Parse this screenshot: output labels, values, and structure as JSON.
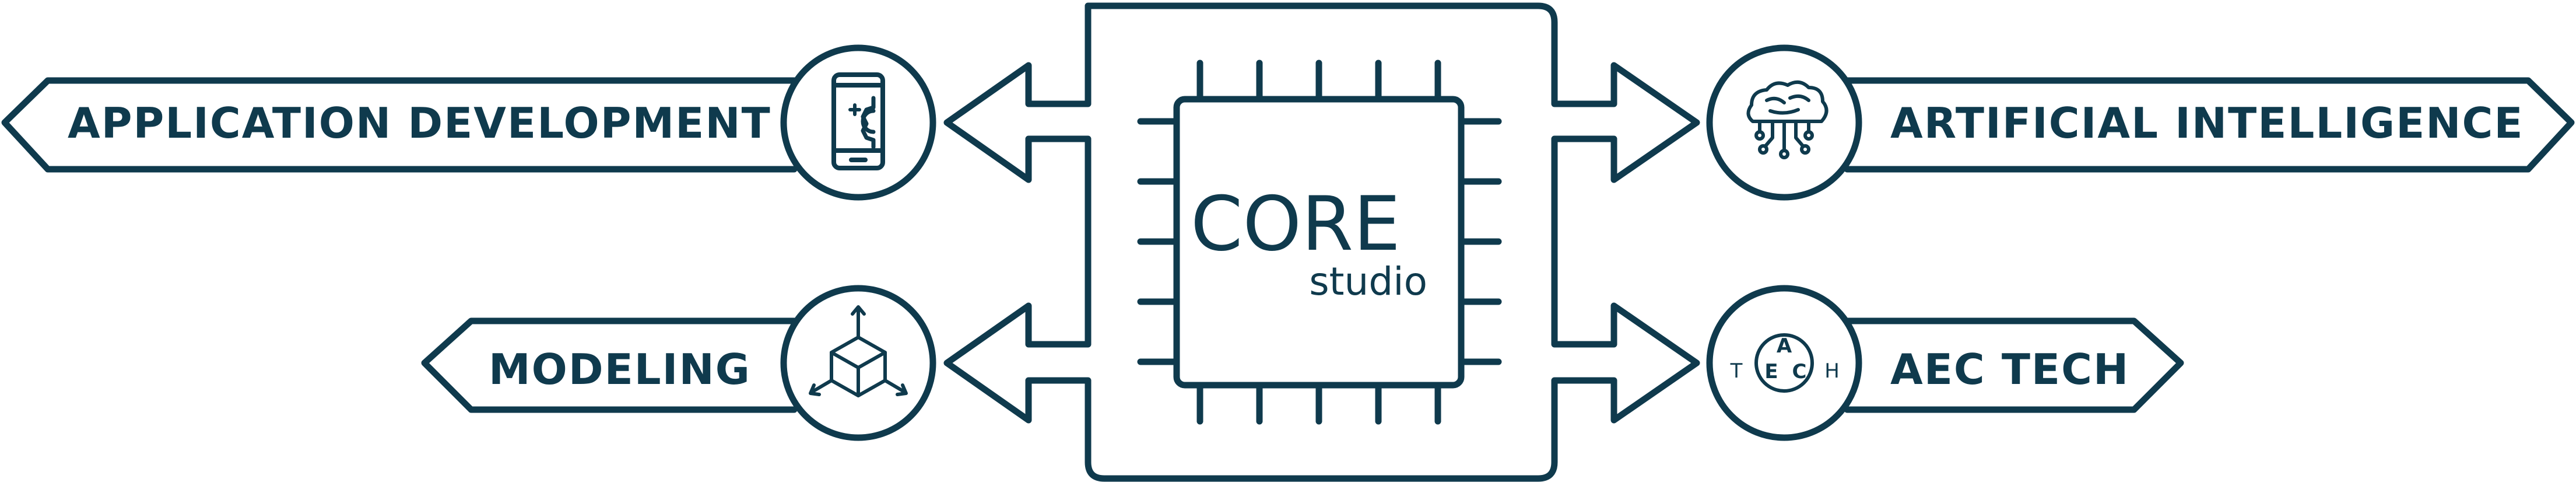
{
  "core": {
    "title": "CORE",
    "subtitle": "studio"
  },
  "branches": {
    "app_dev": {
      "label": "APPLICATION DEVELOPMENT",
      "icon": "phone-gear-icon"
    },
    "ai": {
      "label": "ARTIFICIAL INTELLIGENCE",
      "icon": "brain-circuit-icon"
    },
    "modeling": {
      "label": "MODELING",
      "icon": "cube-axes-icon"
    },
    "aec": {
      "label": "AEC TECH",
      "icon": "aec-tech-icon",
      "icon_letters": {
        "top": "A",
        "left": "T",
        "center_left": "E",
        "center_right": "C",
        "right": "H"
      }
    }
  },
  "colors": {
    "stroke": "#0f3a4d",
    "background": "#ffffff"
  }
}
